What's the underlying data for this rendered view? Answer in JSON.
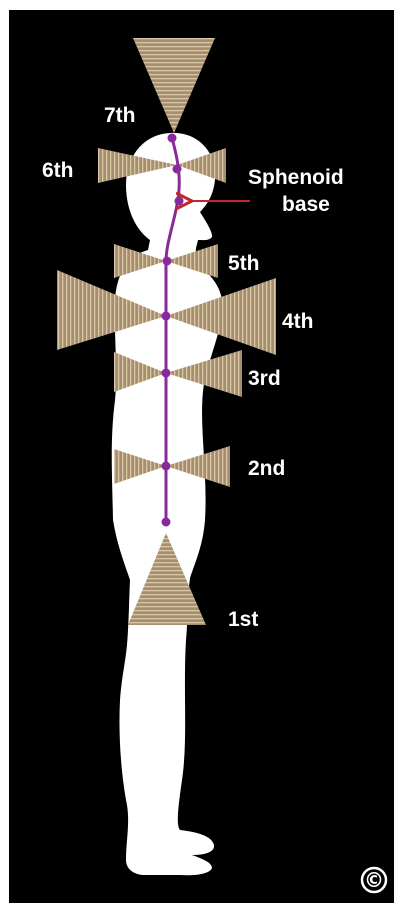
{
  "chakras": [
    {
      "id": "crown",
      "label": "7th"
    },
    {
      "id": "brow",
      "label": "6th"
    },
    {
      "id": "throat",
      "label": "5th"
    },
    {
      "id": "heart",
      "label": "4th"
    },
    {
      "id": "solar-plexus",
      "label": "3rd"
    },
    {
      "id": "sacral",
      "label": "2nd"
    },
    {
      "id": "root",
      "label": "1st"
    }
  ],
  "sphenoid": {
    "line1": "Sphenoid",
    "line2": "base"
  },
  "copyright": "©",
  "colors": {
    "background": "#000000",
    "body_silhouette": "#ffffff",
    "cone": "#a58f6e",
    "cone_stripe": "#d9c6a6",
    "spine": "#8a2a9a",
    "arrow": "#c0262b",
    "label": "#ffffff"
  }
}
